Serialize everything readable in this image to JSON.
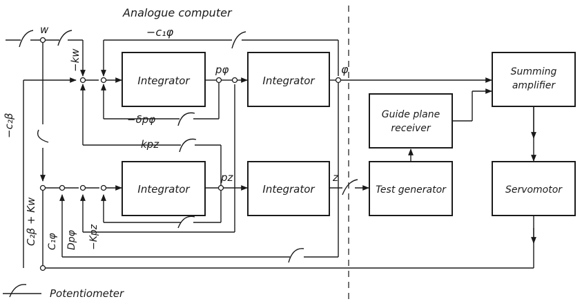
{
  "title": "Analogue computer",
  "blocks": {
    "int1": "Integrator",
    "int2": "Integrator",
    "int3": "Integrator",
    "int4": "Integrator",
    "guide_l1": "Guide plane",
    "guide_l2": "receiver",
    "sum_l1": "Summing",
    "sum_l2": "amplifier",
    "test": "Test generator",
    "servo": "Servomotor"
  },
  "labels": {
    "w": "w",
    "minus_kw": "−kw",
    "minus_c1phi": "−c₁φ",
    "p_phi": "pφ",
    "phi": "φ",
    "minus_dpphi": "−δpφ",
    "kpz": "kpz",
    "pz": "pz",
    "z": "z",
    "minus_c2beta": "−c₂β",
    "c2beta_kw": "C₂β + Kw",
    "c1phi": "C₁φ",
    "dpphi": "Dpφ",
    "minus_kpz": "−Kpz"
  },
  "legend": "Potentiometer"
}
